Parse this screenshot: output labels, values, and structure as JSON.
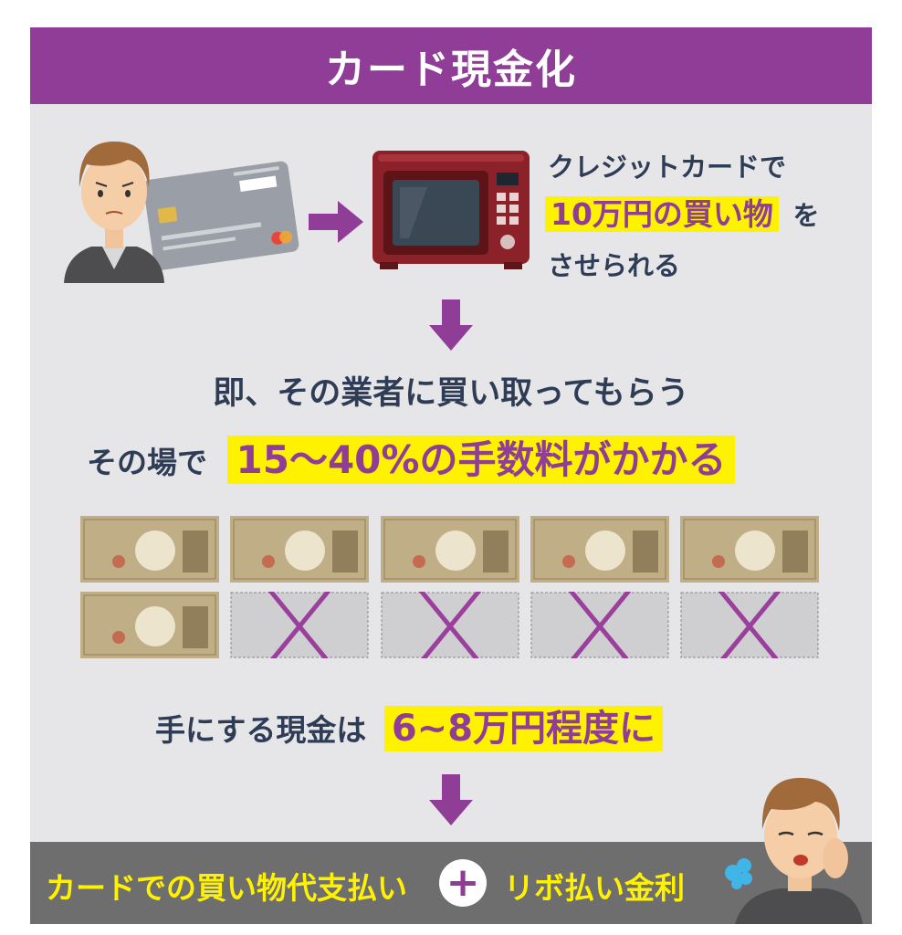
{
  "title": "カード現金化",
  "step1": {
    "line1": "クレジットカードで",
    "highlight": "10万円の買い物",
    "suffix": "を",
    "line3": "させられる"
  },
  "step2": {
    "line1": "即、その業者に買い取ってもらう",
    "prefix": "その場で",
    "highlight": "15〜40%の手数料がかかる"
  },
  "banknotes": {
    "row1_kept": 5,
    "row2_kept": 1,
    "row2_crossed": 4
  },
  "step3": {
    "prefix": "手にする現金は",
    "highlight": "6~8万円程度に"
  },
  "bottom": {
    "left": "カードでの買い物代支払い",
    "plus": "+",
    "right": "リボ払い金利"
  },
  "colors": {
    "purple": "#8f3d97",
    "yellow": "#fff200",
    "navy": "#2e3d55",
    "panel": "#e6e6e8",
    "gray_bar": "#6e6e6e"
  }
}
